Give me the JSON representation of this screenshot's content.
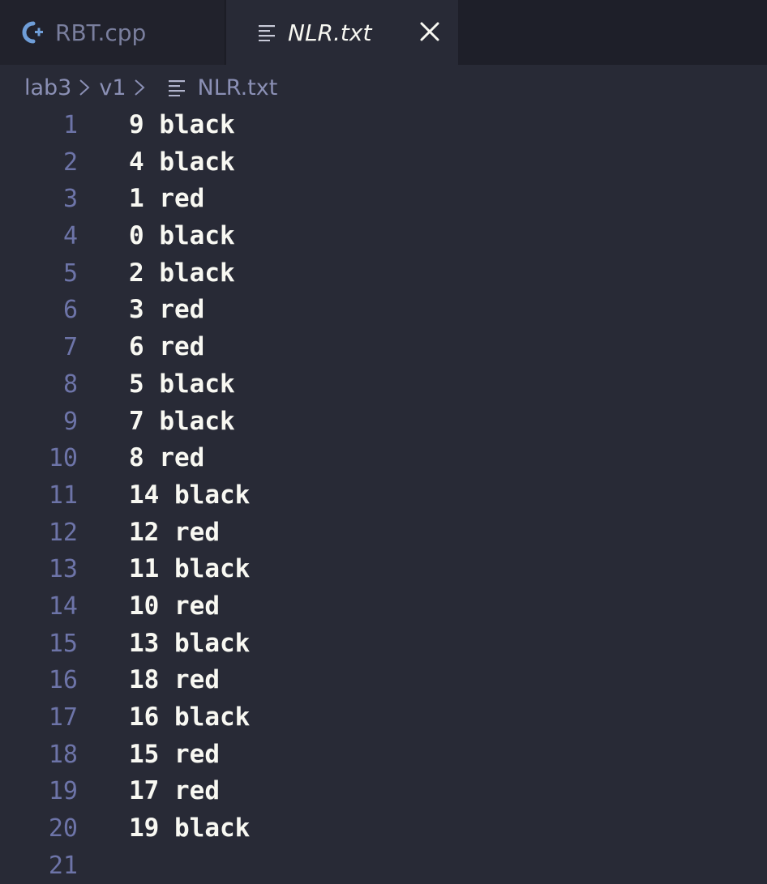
{
  "tabs": [
    {
      "label": "RBT.cpp",
      "icon": "cpp-file-icon",
      "active": false
    },
    {
      "label": "NLR.txt",
      "icon": "text-file-icon",
      "active": true
    }
  ],
  "breadcrumb": {
    "items": [
      "lab3",
      "v1",
      "NLR.txt"
    ]
  },
  "editor": {
    "lines": [
      {
        "number": "1",
        "text": "9 black"
      },
      {
        "number": "2",
        "text": "4 black"
      },
      {
        "number": "3",
        "text": "1 red"
      },
      {
        "number": "4",
        "text": "0 black"
      },
      {
        "number": "5",
        "text": "2 black"
      },
      {
        "number": "6",
        "text": "3 red"
      },
      {
        "number": "7",
        "text": "6 red"
      },
      {
        "number": "8",
        "text": "5 black"
      },
      {
        "number": "9",
        "text": "7 black"
      },
      {
        "number": "10",
        "text": "8 red"
      },
      {
        "number": "11",
        "text": "14 black"
      },
      {
        "number": "12",
        "text": "12 red"
      },
      {
        "number": "13",
        "text": "11 black"
      },
      {
        "number": "14",
        "text": "10 red"
      },
      {
        "number": "15",
        "text": "13 black"
      },
      {
        "number": "16",
        "text": "18 red"
      },
      {
        "number": "17",
        "text": "16 black"
      },
      {
        "number": "18",
        "text": "15 red"
      },
      {
        "number": "19",
        "text": "17 red"
      },
      {
        "number": "20",
        "text": "19 black"
      },
      {
        "number": "21",
        "text": ""
      }
    ]
  },
  "colors": {
    "background": "#282a36",
    "tabbar": "#1e1f29",
    "inactive_tab": "#21222c",
    "line_numbers": "#6d74a8",
    "text": "#f8f8f2",
    "cpp_icon": "#6f9ed8"
  }
}
